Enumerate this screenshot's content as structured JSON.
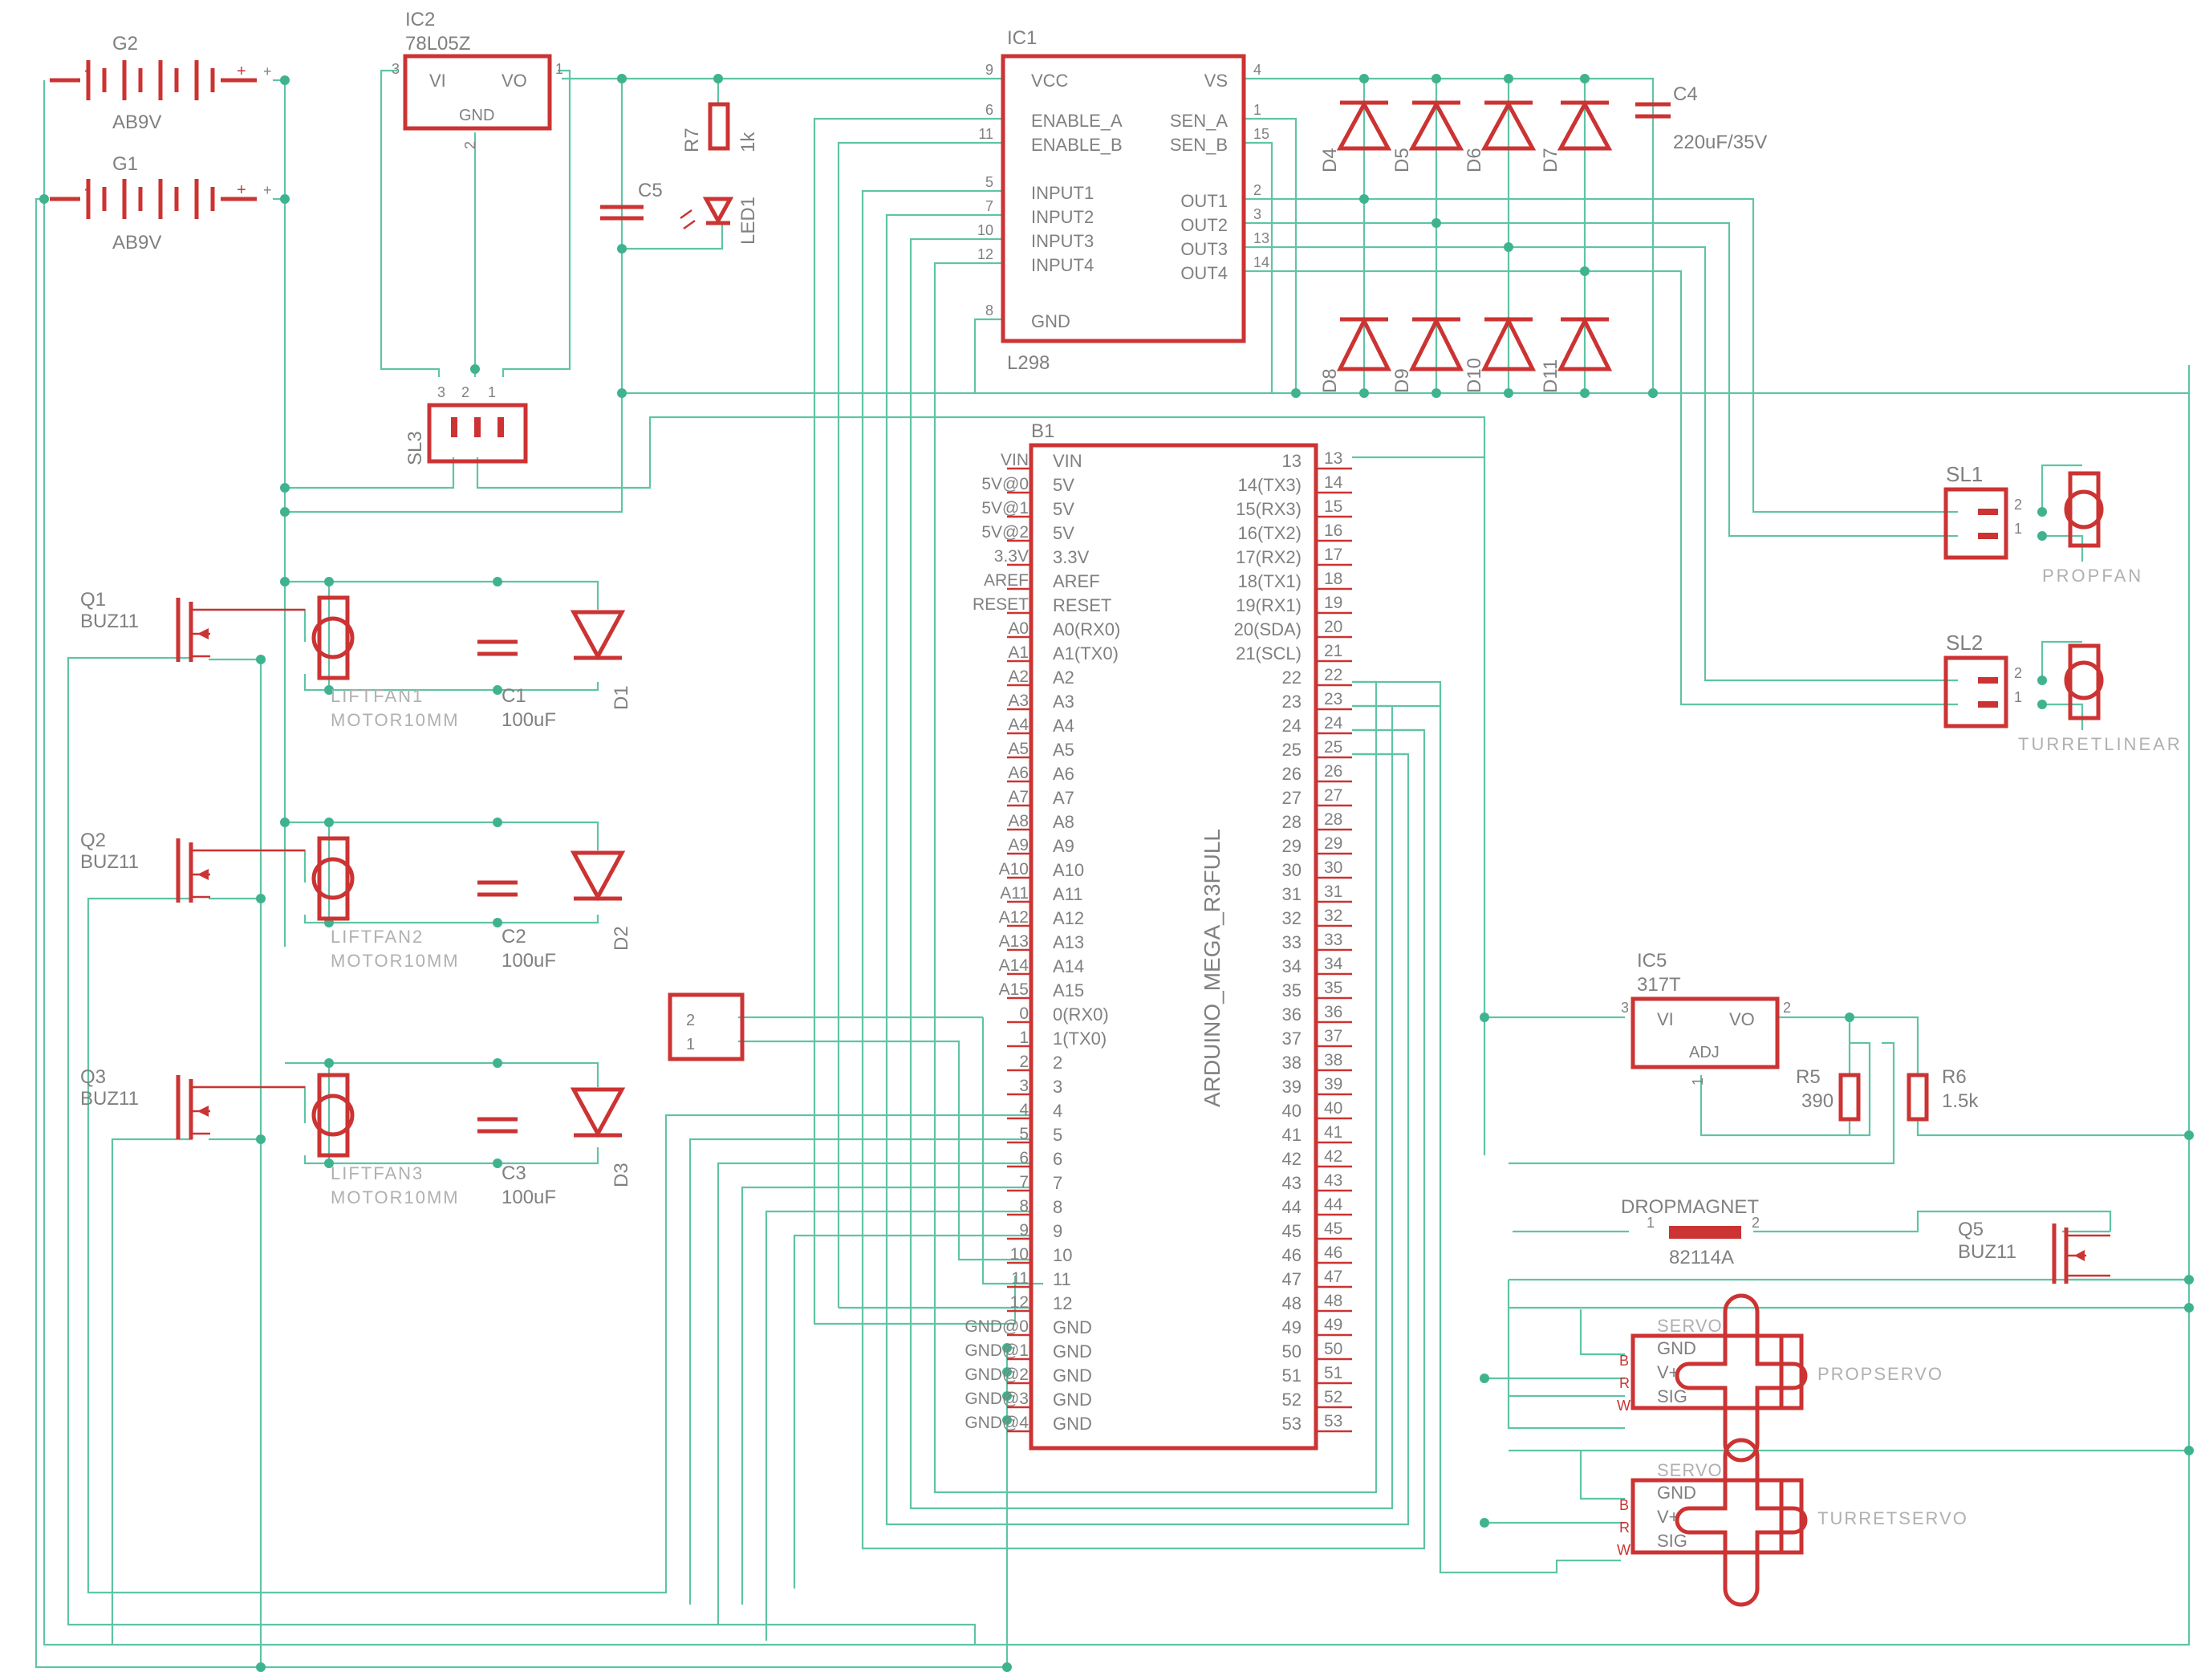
{
  "batteries": [
    {
      "name": "G2",
      "value": "AB9V",
      "minus": "-",
      "plus": "+"
    },
    {
      "name": "G1",
      "value": "AB9V",
      "minus": "-",
      "plus": "+"
    }
  ],
  "ic2": {
    "name": "IC2",
    "value": "78L05Z",
    "vi": "VI",
    "vo": "VO",
    "gnd": "GND",
    "p3": "3",
    "p1": "1",
    "p2": "2"
  },
  "ic1": {
    "name": "IC1",
    "value": "L298",
    "left": [
      {
        "n": "9",
        "t": "VCC"
      },
      {
        "n": "6",
        "t": "ENABLE_A"
      },
      {
        "n": "11",
        "t": "ENABLE_B"
      },
      {
        "n": "5",
        "t": "INPUT1"
      },
      {
        "n": "7",
        "t": "INPUT2"
      },
      {
        "n": "10",
        "t": "INPUT3"
      },
      {
        "n": "12",
        "t": "INPUT4"
      },
      {
        "n": "8",
        "t": "GND"
      }
    ],
    "right": [
      {
        "n": "4",
        "t": "VS"
      },
      {
        "n": "1",
        "t": "SEN_A"
      },
      {
        "n": "15",
        "t": "SEN_B"
      },
      {
        "n": "2",
        "t": "OUT1"
      },
      {
        "n": "3",
        "t": "OUT2"
      },
      {
        "n": "13",
        "t": "OUT3"
      },
      {
        "n": "14",
        "t": "OUT4"
      }
    ]
  },
  "r7": {
    "name": "R7",
    "value": "1k"
  },
  "led1": {
    "name": "LED1"
  },
  "c5": {
    "name": "C5"
  },
  "c4": {
    "name": "C4",
    "value": "220uF/35V"
  },
  "diodes_top": [
    "D4",
    "D5",
    "D6",
    "D7"
  ],
  "diodes_bottom": [
    "D8",
    "D9",
    "D10",
    "D11"
  ],
  "sl3": {
    "name": "SL3",
    "pins": [
      "3",
      "2",
      "1"
    ]
  },
  "b1": {
    "name": "B1",
    "value": "ARDUINO_MEGA_R3FULL",
    "outer_left": [
      "VIN",
      "5V@0",
      "5V@1",
      "5V@2",
      "3.3V",
      "AREF",
      "RESET",
      "A0",
      "A1",
      "A2",
      "A3",
      "A4",
      "A5",
      "A6",
      "A7",
      "A8",
      "A9",
      "A10",
      "A11",
      "A12",
      "A13",
      "A14",
      "A15",
      "0",
      "1",
      "2",
      "3",
      "4",
      "5",
      "6",
      "7",
      "8",
      "9",
      "10",
      "11",
      "12",
      "GND@0",
      "GND@1",
      "GND@2",
      "GND@3",
      "GND@4"
    ],
    "inner_left": [
      "VIN",
      "5V",
      "5V",
      "5V",
      "3.3V",
      "AREF",
      "RESET",
      "A0(RX0)",
      "A1(TX0)",
      "A2",
      "A3",
      "A4",
      "A5",
      "A6",
      "A7",
      "A8",
      "A9",
      "A10",
      "A11",
      "A12",
      "A13",
      "A14",
      "A15",
      "0(RX0)",
      "1(TX0)",
      "2",
      "3",
      "4",
      "5",
      "6",
      "7",
      "8",
      "9",
      "10",
      "11",
      "12",
      "GND",
      "GND",
      "GND",
      "GND",
      "GND"
    ],
    "inner_right": [
      "13",
      "14(TX3)",
      "15(RX3)",
      "16(TX2)",
      "17(RX2)",
      "18(TX1)",
      "19(RX1)",
      "20(SDA)",
      "21(SCL)",
      "22",
      "23",
      "24",
      "25",
      "26",
      "27",
      "28",
      "29",
      "30",
      "31",
      "32",
      "33",
      "34",
      "35",
      "36",
      "37",
      "38",
      "39",
      "40",
      "41",
      "42",
      "43",
      "44",
      "45",
      "46",
      "47",
      "48",
      "49",
      "50",
      "51",
      "52",
      "53"
    ],
    "outer_right": [
      "13",
      "14",
      "15",
      "16",
      "17",
      "18",
      "19",
      "20",
      "21",
      "22",
      "23",
      "24",
      "25",
      "26",
      "27",
      "28",
      "29",
      "30",
      "31",
      "32",
      "33",
      "34",
      "35",
      "36",
      "37",
      "38",
      "39",
      "40",
      "41",
      "42",
      "43",
      "44",
      "45",
      "46",
      "47",
      "48",
      "49",
      "50",
      "51",
      "52",
      "53"
    ]
  },
  "lift": [
    {
      "q": "Q1",
      "qv": "BUZ11",
      "m": "LIFTFAN1",
      "mv": "MOTOR10MM",
      "c": "C1",
      "cv": "100uF",
      "d": "D1"
    },
    {
      "q": "Q2",
      "qv": "BUZ11",
      "m": "LIFTFAN2",
      "mv": "MOTOR10MM",
      "c": "C2",
      "cv": "100uF",
      "d": "D2"
    },
    {
      "q": "Q3",
      "qv": "BUZ11",
      "m": "LIFTFAN3",
      "mv": "MOTOR10MM",
      "c": "C3",
      "cv": "100uF",
      "d": "D3"
    }
  ],
  "conn2": {
    "p2": "2",
    "p1": "1"
  },
  "sl1": {
    "name": "SL1",
    "p2": "2",
    "p1": "1",
    "motor": "PROPFAN"
  },
  "sl2": {
    "name": "SL2",
    "p2": "2",
    "p1": "1",
    "motor": "TURRETLINEAR"
  },
  "ic5": {
    "name": "IC5",
    "value": "317T",
    "vi": "VI",
    "vo": "VO",
    "adj": "ADJ",
    "p3": "3",
    "p2": "2",
    "p1": "1"
  },
  "r5": {
    "name": "R5",
    "value": "390"
  },
  "r6": {
    "name": "R6",
    "value": "1.5k"
  },
  "magnet": {
    "name": "DROPMAGNET",
    "value": "82114A",
    "p1": "1",
    "p2": "2"
  },
  "q5": {
    "name": "Q5",
    "value": "BUZ11"
  },
  "servos": [
    {
      "name": "PROPSERVO",
      "header": "SERVO",
      "gnd": "GND",
      "vplus": "V+",
      "sig": "SIG",
      "b": "B",
      "r": "R",
      "w": "W"
    },
    {
      "name": "TURRETSERVO",
      "header": "SERVO",
      "gnd": "GND",
      "vplus": "V+",
      "sig": "SIG",
      "b": "B",
      "r": "R",
      "w": "W"
    }
  ]
}
